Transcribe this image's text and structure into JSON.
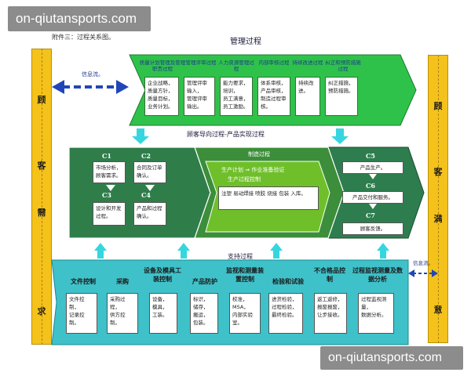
{
  "watermark": {
    "top": "on-qiutansports.com",
    "bottom": "on-qiutansports.com"
  },
  "attachment_label": "附件三：过程关系图。",
  "management": {
    "title": "管理过程",
    "columns": [
      {
        "title": "质量计划管理及管理职责过程",
        "items": [
          "企业战略，",
          "质量方针，",
          "质量目标，",
          "业务计划。"
        ]
      },
      {
        "title": "管理评审过程",
        "items": [
          "管理评审输入，",
          "管理评审输出。"
        ]
      },
      {
        "title": "人力资源管理过程",
        "items": [
          "能力要求，",
          "培训，",
          "员工满意，",
          "员工激励。"
        ]
      },
      {
        "title": "内部审核过程",
        "items": [
          "体系审核，",
          "产品审核，",
          "制造过程审核。"
        ]
      },
      {
        "title": "持续改进过程",
        "items": [
          "持续改进。"
        ]
      },
      {
        "title": "纠正和预防措施过程",
        "items": [
          "纠正措施，",
          "预防措施。"
        ]
      }
    ]
  },
  "info_flow": "信息流。",
  "customer_process_title": "顾客导向过程-产品实现过程",
  "left_bar": [
    "顾",
    "客",
    "需",
    "求"
  ],
  "right_bar": [
    "顾",
    "客",
    "满",
    "意"
  ],
  "c_processes": [
    {
      "code": "C1",
      "text": "市场分析，顾客需求。"
    },
    {
      "code": "C2",
      "text": "合同及订单确认。"
    },
    {
      "code": "C3",
      "text": "设计和开发过程。"
    },
    {
      "code": "C4",
      "text": "产品和过程确认。"
    },
    {
      "code": "C5",
      "text": "产品生产。"
    },
    {
      "code": "C6",
      "text": "产品交付和服务。"
    },
    {
      "code": "C7",
      "text": "顾客反馈。"
    }
  ],
  "manufacturing": {
    "title": "制造过程",
    "line1": "生产计划 ⇒ 作业准备验证",
    "line2": "生产过程控制",
    "box": "注塑  易动焊接  喷胶  烧接  包装  入库。"
  },
  "support": {
    "title": "支持过程",
    "side_label": "信息流。",
    "columns": [
      {
        "title": "文件控制",
        "items": [
          "文件控制，",
          "记录控制。"
        ]
      },
      {
        "title": "采购",
        "items": [
          "采购过程，",
          "供方控制。"
        ]
      },
      {
        "title": "设备及模具工装控制",
        "items": [
          "设备，",
          "模具，",
          "工装。"
        ]
      },
      {
        "title": "产品防护",
        "items": [
          "标识，",
          "储存，",
          "搬运，",
          "包装。"
        ]
      },
      {
        "title": "监视和测量装置控制",
        "items": [
          "校准，",
          "MSA，",
          "内部实验室。"
        ]
      },
      {
        "title": "检验和试验",
        "items": [
          "进货检验，",
          "过程检验，",
          "最终检验。"
        ]
      },
      {
        "title": "不合格品控制",
        "items": [
          "返工返修，",
          "报废报废，",
          "让步接收。"
        ]
      },
      {
        "title": "过程监视测量及数据分析",
        "items": [
          "过程监视测量，",
          "数据分析。"
        ]
      }
    ]
  },
  "colors": {
    "management_green": "#2fc24a",
    "customer_dark_green": "#2e7d4f",
    "manufacturing_green": "#6fbf2a",
    "support_teal": "#3fc1c9",
    "bar_yellow": "#f4c21a",
    "arrow_blue": "#2146b8",
    "arrow_cyan": "#36d6e0"
  }
}
